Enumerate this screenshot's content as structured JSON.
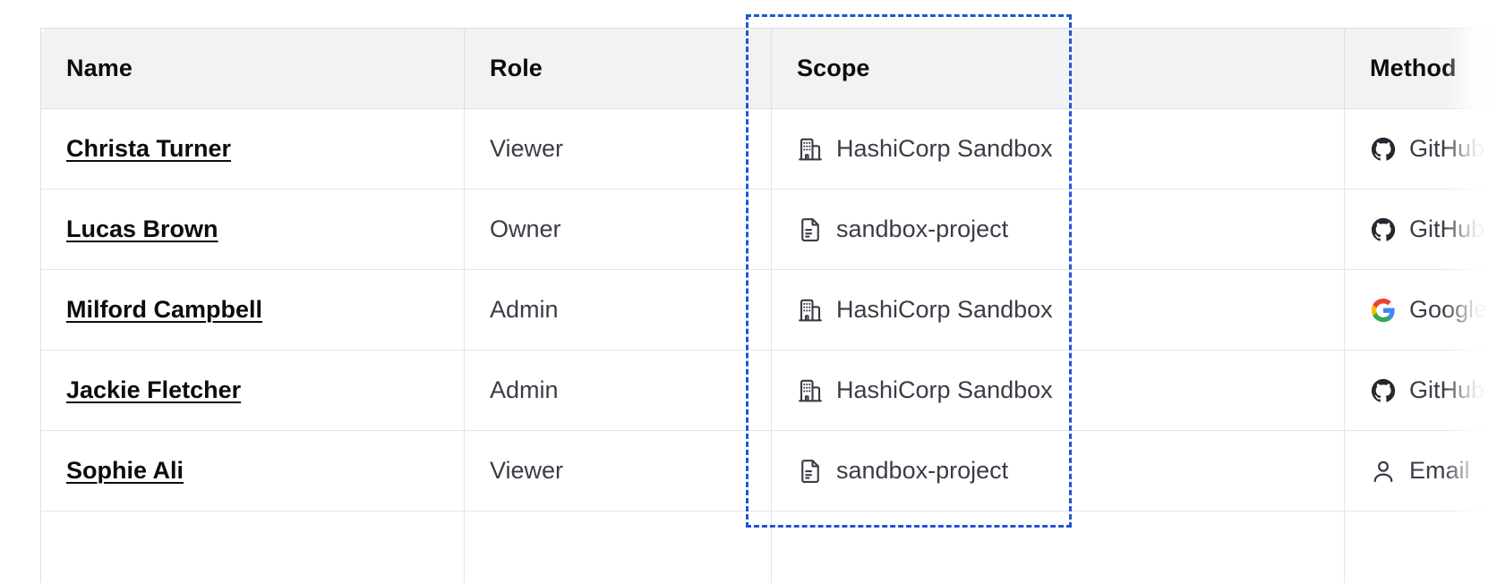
{
  "table": {
    "columns": [
      {
        "key": "name",
        "label": "Name"
      },
      {
        "key": "role",
        "label": "Role"
      },
      {
        "key": "scope",
        "label": "Scope"
      },
      {
        "key": "method",
        "label": "Method"
      }
    ],
    "rows": [
      {
        "name": "Christa Turner",
        "role": "Viewer",
        "scope": {
          "label": "HashiCorp Sandbox",
          "icon": "organization-icon"
        },
        "method": {
          "label": "GitHub",
          "icon": "github-icon"
        }
      },
      {
        "name": "Lucas Brown",
        "role": "Owner",
        "scope": {
          "label": "sandbox-project",
          "icon": "project-document-icon"
        },
        "method": {
          "label": "GitHub",
          "icon": "github-icon"
        }
      },
      {
        "name": "Milford Campbell",
        "role": "Admin",
        "scope": {
          "label": "HashiCorp Sandbox",
          "icon": "organization-icon"
        },
        "method": {
          "label": "Google",
          "icon": "google-icon"
        }
      },
      {
        "name": "Jackie Fletcher",
        "role": "Admin",
        "scope": {
          "label": "HashiCorp Sandbox",
          "icon": "organization-icon"
        },
        "method": {
          "label": "GitHub",
          "icon": "github-icon"
        }
      },
      {
        "name": "Sophie Ali",
        "role": "Viewer",
        "scope": {
          "label": "sandbox-project",
          "icon": "project-document-icon"
        },
        "method": {
          "label": "Email",
          "icon": "user-icon"
        }
      }
    ]
  },
  "highlight": {
    "target_column": "Scope",
    "color": "#1c56d6",
    "style": "dashed"
  },
  "colors": {
    "header_background": "#f1f2f4",
    "border": "#dcdfe5",
    "row_border": "#e3e5e9",
    "text_primary": "#0c0c0e",
    "text_secondary": "#3b3d45",
    "accent": "#1c56d6",
    "github": "#24292f",
    "google_blue": "#4285f4",
    "google_red": "#ea4335",
    "google_yellow": "#fbbc05",
    "google_green": "#34a853"
  }
}
